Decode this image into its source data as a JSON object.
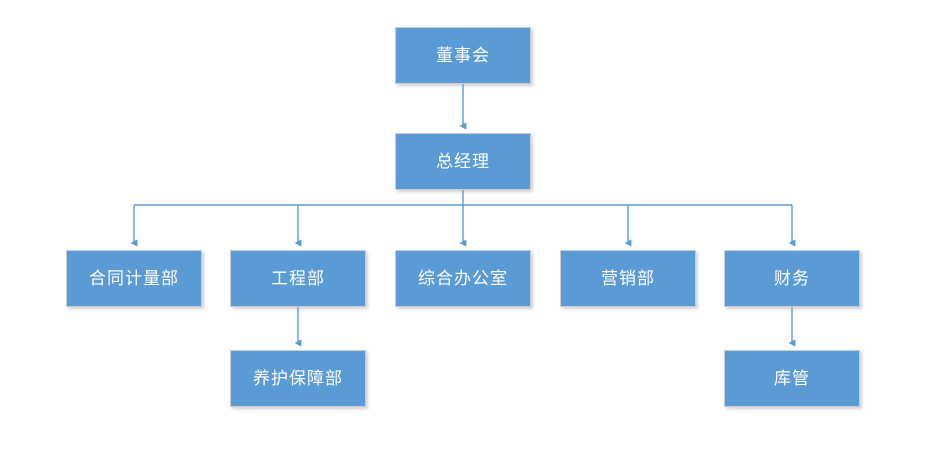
{
  "diagram": {
    "type": "org-chart",
    "title": "",
    "orientation": "top-down",
    "background_color": "#FFFFFF",
    "node_fill_color": "#5B9BD5",
    "node_border_color": "#C9CDD1",
    "node_text_color": "#FFFFFF",
    "connector_color": "#5B9BD5",
    "levels": [
      {
        "level": 1,
        "nodes": [
          {
            "id": "board",
            "label": "董事会"
          }
        ]
      },
      {
        "level": 2,
        "nodes": [
          {
            "id": "gm",
            "label": "总经理"
          }
        ]
      },
      {
        "level": 3,
        "nodes": [
          {
            "id": "contract",
            "label": "合同计量部"
          },
          {
            "id": "engineering",
            "label": "工程部"
          },
          {
            "id": "office",
            "label": "综合办公室"
          },
          {
            "id": "marketing",
            "label": "营销部"
          },
          {
            "id": "finance",
            "label": "财务"
          }
        ]
      },
      {
        "level": 4,
        "nodes": [
          {
            "id": "maintenance",
            "label": "养护保障部"
          },
          {
            "id": "warehouse",
            "label": "库管"
          }
        ]
      }
    ],
    "edges": [
      {
        "from": "board",
        "to": "gm"
      },
      {
        "from": "gm",
        "to": "contract"
      },
      {
        "from": "gm",
        "to": "engineering"
      },
      {
        "from": "gm",
        "to": "office"
      },
      {
        "from": "gm",
        "to": "marketing"
      },
      {
        "from": "gm",
        "to": "finance"
      },
      {
        "from": "engineering",
        "to": "maintenance"
      },
      {
        "from": "finance",
        "to": "warehouse"
      }
    ]
  }
}
